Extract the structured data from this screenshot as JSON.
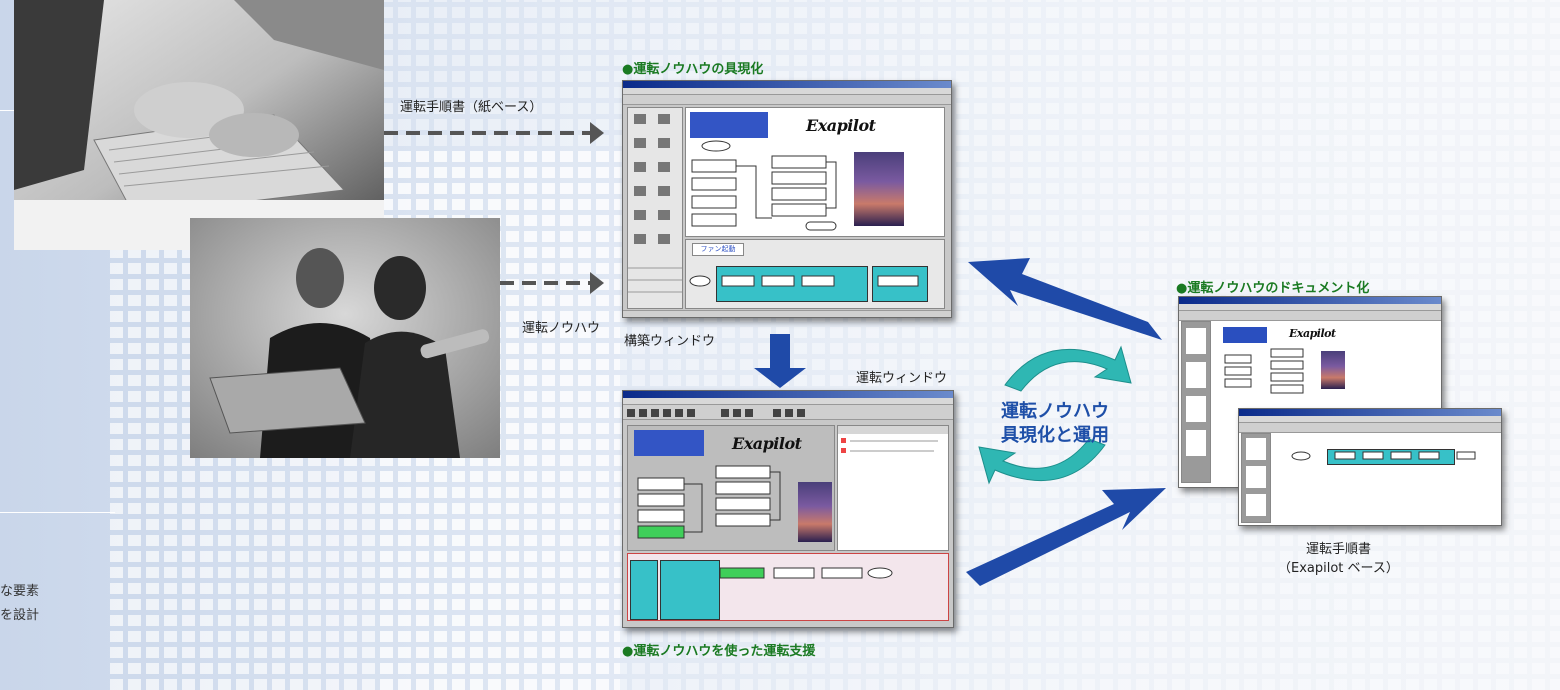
{
  "diagram": {
    "heading_realization": "●運転ノウハウの具現化",
    "heading_documentation": "●運転ノウハウのドキュメント化",
    "heading_support": "●運転ノウハウを使った運転支援",
    "label_manual_paper": "運転手順書（紙ベース）",
    "label_knowhow": "運転ノウハウ",
    "label_build_window": "構築ウィンドウ",
    "label_operation_window": "運転ウィンドウ",
    "center_line1": "運転ノウハウ",
    "center_line2": "具現化と運用",
    "label_manual_exa_line1": "運転手順書",
    "label_manual_exa_line2": "（Exapilot ベース）",
    "left_text_line1": "な要素",
    "left_text_line2": "を設計",
    "product_logo": "Exapilot",
    "build_window_section": "ファン起動"
  },
  "colors": {
    "heading_green": "#1a7a22",
    "arrow_blue": "#1f4aa8",
    "cycle_teal": "#2fb7b3",
    "flow_teal": "#37c1c8",
    "center_text": "#1e4fa8"
  }
}
